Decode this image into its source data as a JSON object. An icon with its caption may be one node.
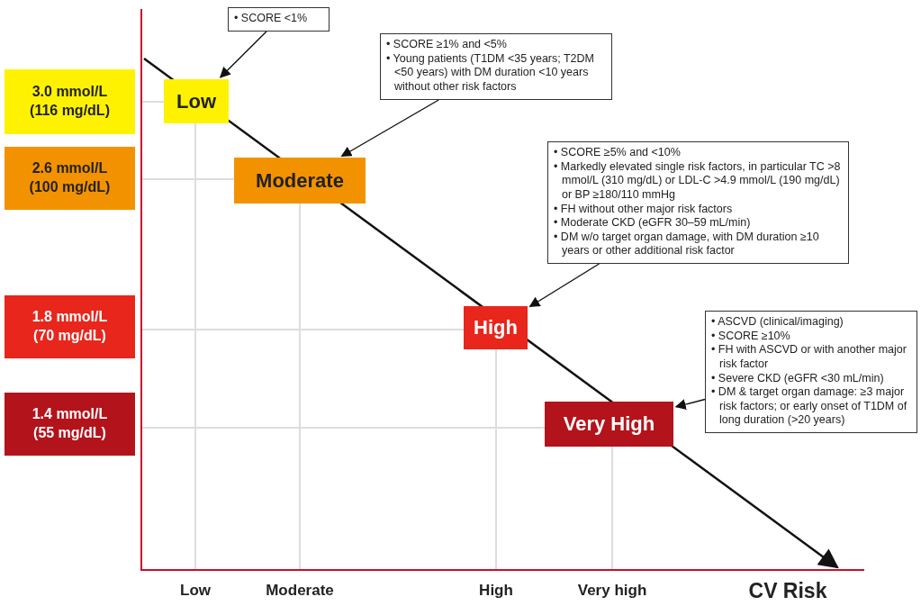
{
  "diagram": {
    "nodes": [
      {
        "text": [
          "3.0 mmol/L (116 mg/dL)"
        ]
      },
      {
        "text": [
          "2.6 mmol/L (100 mg/dL)"
        ]
      },
      {
        "text": [
          "1.8 mmol/L (70 mg/dL)"
        ]
      },
      {
        "text": [
          "1.4 mmol/L (55 mg/dL)"
        ]
      },
      {
        "text": [
          "Low"
        ]
      },
      {
        "text": [
          "Moderate"
        ]
      },
      {
        "text": [
          "High"
        ]
      },
      {
        "text": [
          "Very High"
        ]
      },
      {
        "text": [
          "• SCORE <1%"
        ]
      },
      {
        "text": [
          "• SCORE ≥1% and <5%",
          "• Young patients (T1DM <35 years; T2DM <50 years) with DM duration <10 years without other risk factors"
        ]
      },
      {
        "text": [
          "• SCORE ≥5% and <10%",
          "• Markedly elevated single risk factors, in particular TC >8 mmol/L (310 mg/dL) or LDL-C >4.9 mmol/L (190 mg/dL) or BP ≥180/110 mmHg",
          "• FH without other major risk factors",
          "• Moderate CKD (eGFR 30–59 mL/min)",
          "• DM w/o target organ damage, with DM duration ≥10 years or other additional risk factor"
        ]
      },
      {
        "text": [
          "• ASCVD (clinical/imaging)",
          "• SCORE ≥10%",
          "• FH with ASCVD or with another major risk factor",
          "• Severe CKD (eGFR <30 mL/min)",
          "• DM & target organ damage: ≥3 major risk factors; or early onset of T1DM of long duration (>20 years)"
        ]
      }
    ],
    "edges": [
      {
        "from": 8,
        "to": 4,
        "arrow": "to"
      },
      {
        "from": 9,
        "to": 5,
        "arrow": "to"
      },
      {
        "from": 10,
        "to": 6,
        "arrow": "to"
      },
      {
        "from": 11,
        "to": 7,
        "arrow": "to"
      }
    ],
    "labels": [
      "Low",
      "Moderate",
      "High",
      "Very high",
      "CV Risk"
    ]
  }
}
